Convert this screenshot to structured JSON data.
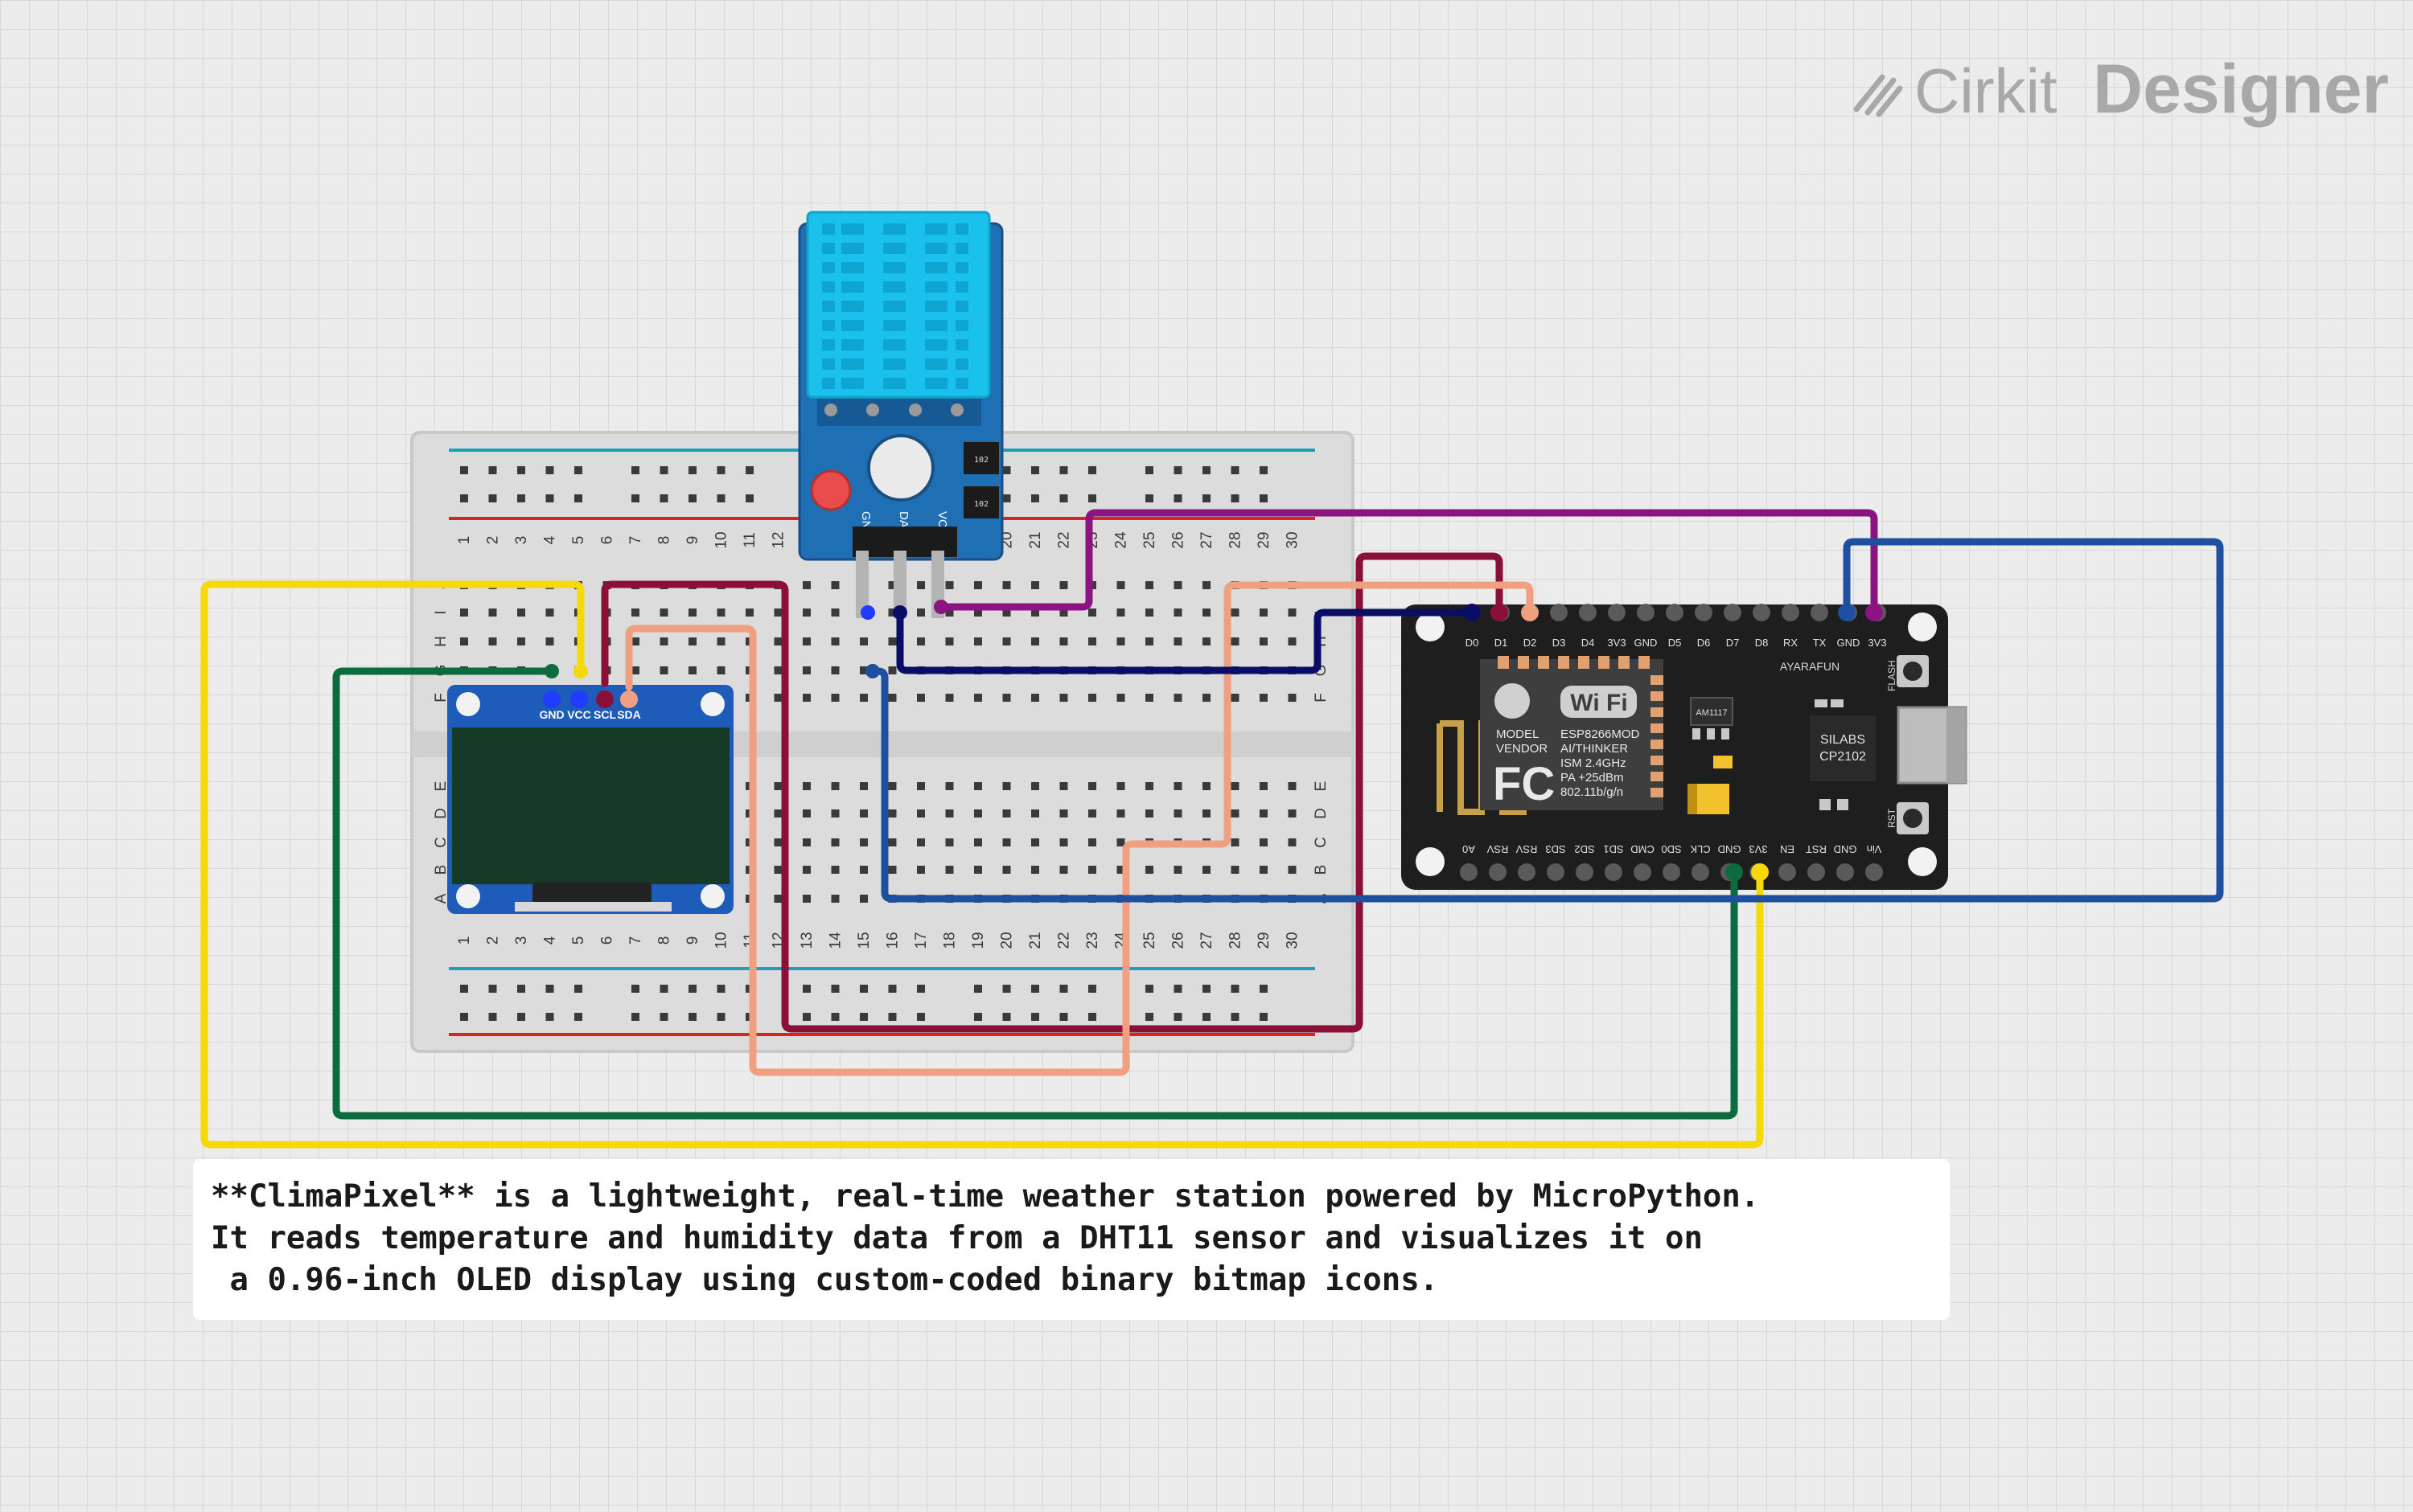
{
  "logo": {
    "brand_light": "Cirkit",
    "brand_bold": "Designer",
    "icon": "cirkit-logo-icon"
  },
  "description": {
    "lines": [
      "**ClimaPixel** is a lightweight, real-time weather station powered by MicroPython.",
      "It reads temperature and humidity data from a DHT11 sensor and visualizes it on",
      " a 0.96-inch OLED display using custom-coded binary bitmap icons."
    ]
  },
  "breadboard": {
    "row_letters_top": [
      "F",
      "G",
      "H",
      "I",
      "J"
    ],
    "row_letters_bottom": [
      "A",
      "B",
      "C",
      "D",
      "E"
    ],
    "column_count": 30
  },
  "dht11": {
    "pins": [
      "GND",
      "DAT",
      "VCC"
    ],
    "resistor_labels": [
      "102",
      "102"
    ]
  },
  "oled": {
    "pins": [
      "GND",
      "VCC",
      "SCL",
      "SDA"
    ]
  },
  "nodemcu": {
    "top_pins": [
      "D0",
      "D1",
      "D2",
      "D3",
      "D4",
      "3V3",
      "GND",
      "D5",
      "D6",
      "D7",
      "D8",
      "RX",
      "TX",
      "GND",
      "3V3"
    ],
    "bottom_pins": [
      "A0",
      "RSV",
      "RSV",
      "SD3",
      "SD2",
      "SD1",
      "CMD",
      "SD0",
      "CLK",
      "GND",
      "3V3",
      "EN",
      "RST",
      "GND",
      "Vin"
    ],
    "module_text": [
      "ESP8266MOD",
      "AI/THINKER",
      "ISM 2.4GHz",
      "PA +25dBm",
      "802.11b/g/n"
    ],
    "model_text": [
      "MODEL",
      "VENDOR"
    ],
    "fc_mark": "FC",
    "wifi_mark": "Wi Fi",
    "regulator": "AM1117",
    "brand": "AYARAFUN",
    "usb_chip": [
      "SILABS",
      "CP2102"
    ],
    "button_flash": "FLASH",
    "button_rst": "RST"
  },
  "colors": {
    "yellow_wire": "#f5d90a",
    "green_wire": "#0d6b3f",
    "maroon_wire": "#8b1038",
    "salmon_wire": "#f0a080",
    "purple_wire": "#8c1382",
    "navy_wire": "#0a0d66",
    "blue_wire": "#1e4fa0",
    "rail_red": "#dd2222",
    "rail_blue": "#1aa0b8",
    "board_dark": "#1e1e1e",
    "dht_blue": "#1f6fb5",
    "dht_sensor": "#19c1ec",
    "oled_screen": "#173a26"
  }
}
